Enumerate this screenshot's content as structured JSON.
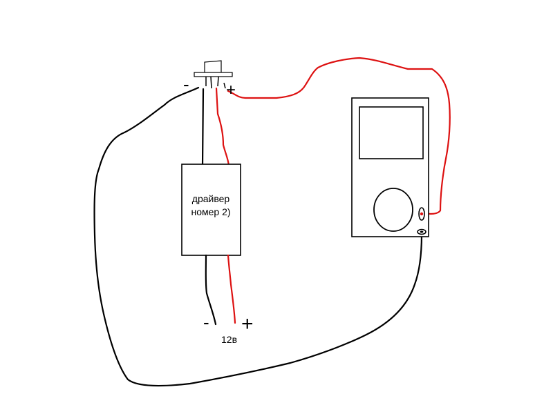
{
  "driver": {
    "line1": "драйвер",
    "line2": "номер 2)"
  },
  "signs": {
    "top_minus": "-",
    "top_plus": "+",
    "bottom_minus": "-",
    "bottom_plus": "+"
  },
  "power": {
    "label": "12в"
  },
  "colors": {
    "black_wire": "#000000",
    "red_wire": "#dd1111",
    "background": "#ffffff"
  }
}
